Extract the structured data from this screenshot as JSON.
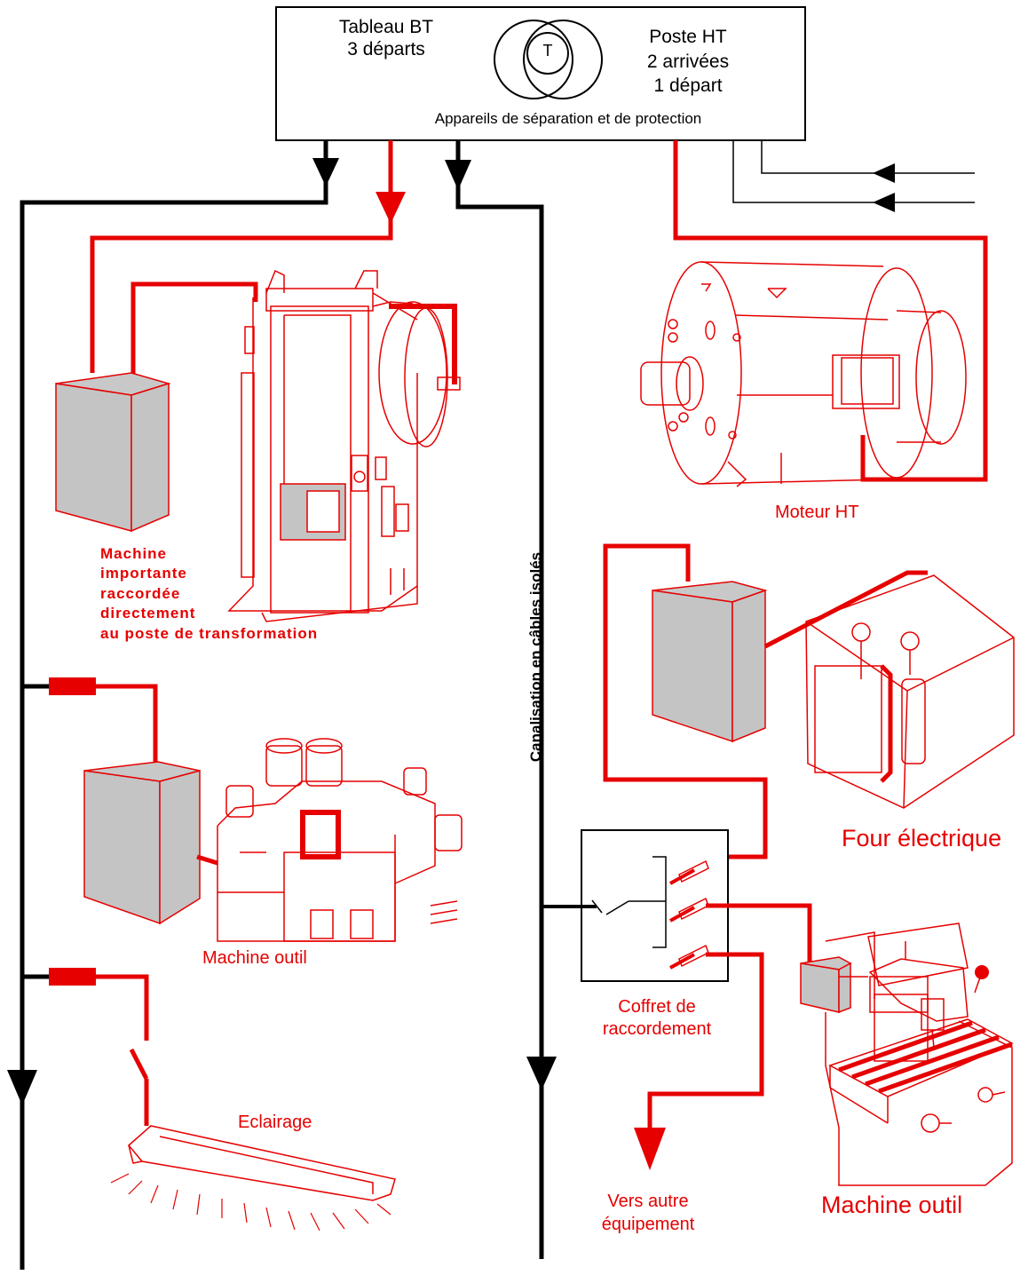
{
  "colors": {
    "red": "#e60000",
    "black": "#000000",
    "grey": "#c0c0c0"
  },
  "substation": {
    "lv_board": {
      "line1": "Tableau BT",
      "line2": "3 départs"
    },
    "transformer_symbol": "T",
    "hv_station": {
      "line1": "Poste HT",
      "line2": "2 arrivées",
      "line3": "1 départ"
    },
    "devices": "Appareils de séparation et de protection"
  },
  "labels": {
    "big_machine": [
      "Machine",
      "importante",
      "raccordée",
      "directement",
      "au poste de transformation"
    ],
    "machine_tool_left": "Machine outil",
    "lighting": "Eclairage",
    "hv_motor": "Moteur HT",
    "cable_run": "Canalisation en câbles isolés",
    "furnace": "Four électrique",
    "junction_box": [
      "Coffret de",
      "raccordement"
    ],
    "machine_tool_right": "Machine outil",
    "other_equipment": [
      "Vers autre",
      "équipement"
    ]
  },
  "icons": [
    "transformer-symbol-icon",
    "press-machine-icon",
    "lathe-machine-icon",
    "fluorescent-lamp-icon",
    "hv-motor-icon",
    "electric-furnace-icon",
    "milling-machine-icon",
    "switch-icon",
    "fuse-icon",
    "arrow-icon"
  ]
}
